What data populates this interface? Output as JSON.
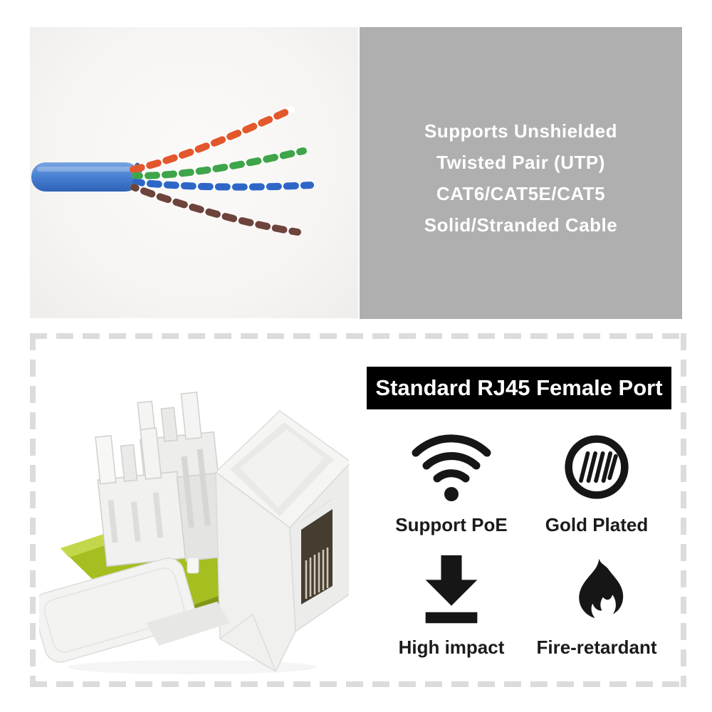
{
  "top_section": {
    "cable_photo": {
      "description": "Blue UTP cable with jacket stripped, four exposed twisted pairs fanned out",
      "jacket_color": "#4a82d4",
      "pair_colors": {
        "orange": "#e2572b",
        "green": "#3fa54a",
        "blue": "#2e66c8",
        "brown": "#6d443c"
      }
    },
    "info_box": {
      "bg_color": "#afafaf",
      "text_color": "#ffffff",
      "lines": [
        "Supports Unshielded",
        "Twisted Pair (UTP)",
        "CAT6/CAT5E/CAT5",
        "Solid/Stranded Cable"
      ]
    }
  },
  "bottom_section": {
    "border_color": "#dcdcdc",
    "title_bar": {
      "label": "Standard RJ45 Female Port",
      "bg_color": "#000000",
      "text_color": "#ffffff"
    },
    "product_photo": {
      "description": "White RJ45 keystone jack with open punch-down cap and green PCB",
      "body_color": "#f1f1ef",
      "pcb_color": "#a6be20"
    },
    "features": [
      {
        "icon": "wifi-icon",
        "label": "Support PoE"
      },
      {
        "icon": "gold-plated-icon",
        "label": "Gold Plated"
      },
      {
        "icon": "down-arrow-icon",
        "label": "High impact"
      },
      {
        "icon": "flame-icon",
        "label": "Fire-retardant"
      }
    ],
    "icon_color": "#161616"
  }
}
